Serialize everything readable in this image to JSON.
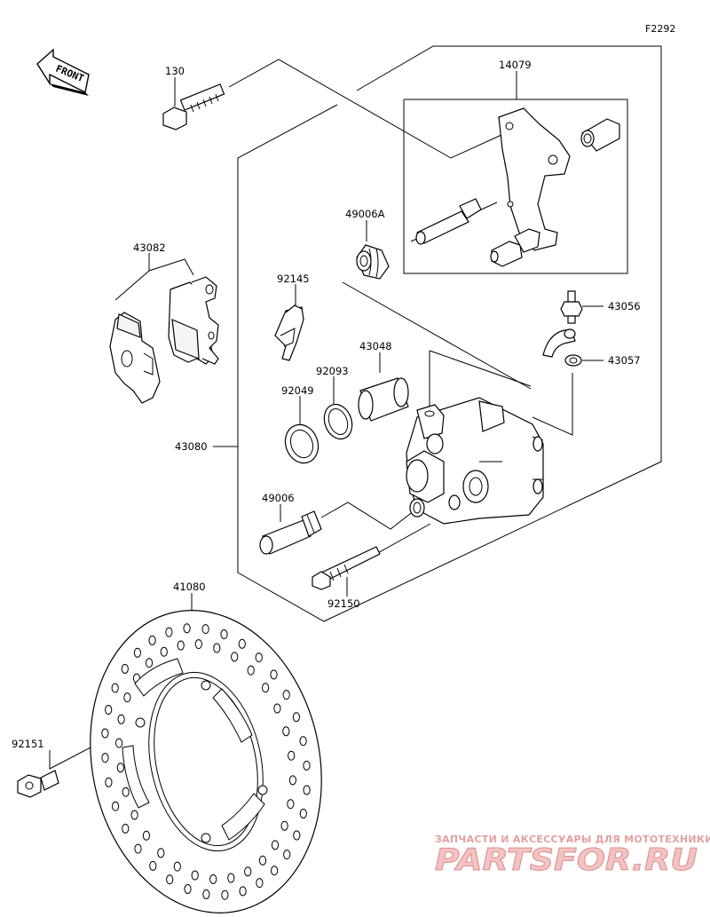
{
  "figure_id": "F2292",
  "front_label": "FRONT",
  "watermark": {
    "tagline": "ЗАПЧАСТИ И АКСЕССУАРЫ ДЛЯ МОТОТЕХНИКИ",
    "brand": "PARTSFOR.RU"
  },
  "parts": {
    "bolt_130": "130",
    "bracket_14079": "14079",
    "boot_49006A": "49006A",
    "pad_43082": "43082",
    "spring_92145": "92145",
    "seal_92093": "92093",
    "piston_43048": "43048",
    "seal_92049": "92049",
    "caliper_43080": "43080",
    "pin_49006": "49006",
    "bolt_92150": "92150",
    "bleeder_43056": "43056",
    "cap_43057": "43057",
    "disc_41080": "41080",
    "bolt_92151": "92151"
  }
}
